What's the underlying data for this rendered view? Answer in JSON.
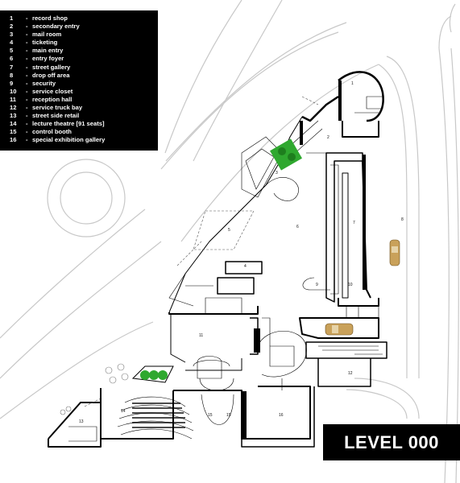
{
  "legend": {
    "items": [
      {
        "num": "1",
        "label": "record shop"
      },
      {
        "num": "2",
        "label": "secondary entry"
      },
      {
        "num": "3",
        "label": "mail room"
      },
      {
        "num": "4",
        "label": "ticketing"
      },
      {
        "num": "5",
        "label": "main entry"
      },
      {
        "num": "6",
        "label": "entry foyer"
      },
      {
        "num": "7",
        "label": "street gallery"
      },
      {
        "num": "8",
        "label": "drop off area"
      },
      {
        "num": "9",
        "label": "security"
      },
      {
        "num": "10",
        "label": "service closet"
      },
      {
        "num": "11",
        "label": "reception hall"
      },
      {
        "num": "12",
        "label": "service truck bay"
      },
      {
        "num": "13",
        "label": "street side retail"
      },
      {
        "num": "14",
        "label": "lecture theatre [91 seats]"
      },
      {
        "num": "15",
        "label": "control booth"
      },
      {
        "num": "16",
        "label": "special exhibition gallery"
      }
    ],
    "separator": "-"
  },
  "level_label": "LEVEL 000",
  "room_labels": [
    "1",
    "2",
    "3",
    "4",
    "5",
    "6",
    "7",
    "8",
    "9",
    "10",
    "11",
    "12",
    "13",
    "14",
    "15",
    "15",
    "16"
  ],
  "colors": {
    "background": "#ffffff",
    "wall": "#000000",
    "site_lines": "#c8c8c8",
    "planting": "#2fa82f",
    "car": "#c9a15a"
  }
}
